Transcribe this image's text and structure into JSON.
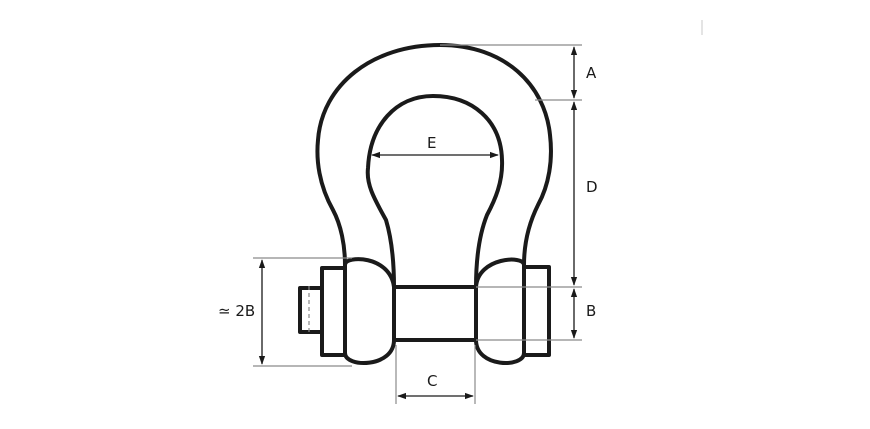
{
  "diagram": {
    "labels": {
      "A": "A",
      "B": "B",
      "C": "C",
      "D": "D",
      "E": "E",
      "two_b": "≃ 2B"
    },
    "colors": {
      "ink": "#1a1a1a",
      "extension": "#8a8a8a",
      "background": "#ffffff"
    }
  }
}
